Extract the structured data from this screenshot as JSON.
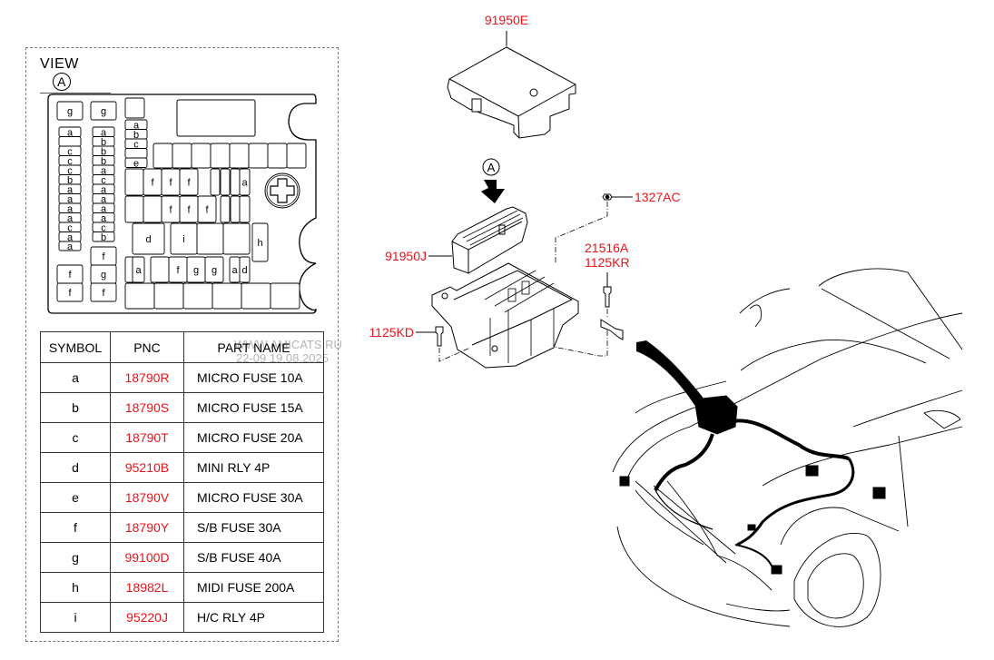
{
  "view": {
    "title": "VIEW",
    "marker": "A"
  },
  "fuse_box_layout": {
    "left_column_1": [
      "g",
      "a",
      "",
      "c",
      "c",
      "c",
      "b",
      "a",
      "a",
      "a",
      "a",
      "c",
      "a",
      "a",
      "f",
      "f"
    ],
    "left_column_2": [
      "g",
      "a",
      "b",
      "b",
      "b",
      "a",
      "c",
      "a",
      "a",
      "a",
      "a",
      "c",
      "b",
      "f",
      "g",
      "f"
    ],
    "mini_column": [
      "a",
      "b",
      "c",
      "",
      "e"
    ],
    "row_1_labels": [
      "f",
      "f",
      "f",
      "a"
    ],
    "row_2_labels": [
      "f",
      "f",
      "f"
    ],
    "row_3_labels": [
      "d",
      "i",
      "h"
    ],
    "row_4_labels": [
      "a",
      "f",
      "g",
      "g",
      "a",
      "d"
    ]
  },
  "legend": {
    "headers": [
      "SYMBOL",
      "PNC",
      "PART NAME"
    ],
    "rows": [
      {
        "symbol": "a",
        "pnc": "18790R",
        "name": "MICRO FUSE 10A"
      },
      {
        "symbol": "b",
        "pnc": "18790S",
        "name": "MICRO FUSE 15A"
      },
      {
        "symbol": "c",
        "pnc": "18790T",
        "name": "MICRO FUSE 20A"
      },
      {
        "symbol": "d",
        "pnc": "95210B",
        "name": "MINI RLY 4P"
      },
      {
        "symbol": "e",
        "pnc": "18790V",
        "name": "MICRO FUSE 30A"
      },
      {
        "symbol": "f",
        "pnc": "18790Y",
        "name": "S/B FUSE 30A"
      },
      {
        "symbol": "g",
        "pnc": "99100D",
        "name": "S/B FUSE 40A"
      },
      {
        "symbol": "h",
        "pnc": "18982L",
        "name": "MIDI FUSE 200A"
      },
      {
        "symbol": "i",
        "pnc": "95220J",
        "name": "H/C RLY 4P"
      }
    ]
  },
  "callouts": {
    "cover": "91950E",
    "block": "91950J",
    "nut": "1327AC",
    "bracket_a": "21516A",
    "bracket_b": "1125KR",
    "bolt": "1125KD",
    "view_marker": "A"
  },
  "watermark": {
    "line1": "WWW.AMICATS.RU",
    "line2": "22-09 19.08.2025"
  },
  "colors": {
    "callout_red": "#e8141a",
    "line": "#000000"
  }
}
